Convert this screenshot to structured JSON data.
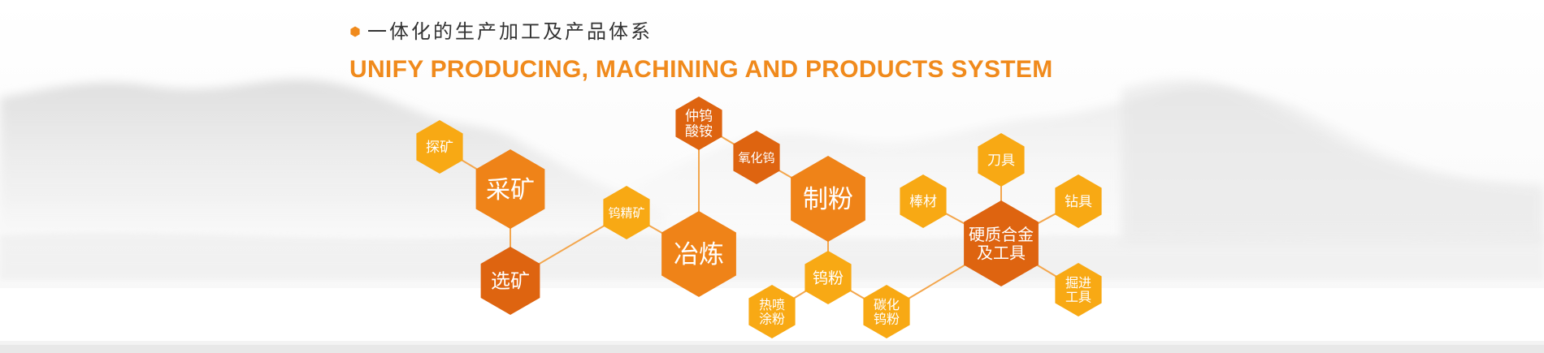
{
  "header": {
    "title_cn": "一体化的生产加工及产品体系",
    "title_en": "UNIFY PRODUCING, MACHINING AND PRODUCTS SYSTEM"
  },
  "colors": {
    "accent": "#f08a1c",
    "yellow": "#f8a914",
    "orange": "#ef8318",
    "dark_orange": "#de6410",
    "connector": "#f3a64d",
    "title_text": "#333333"
  },
  "nodes": {
    "tanku": {
      "lines": [
        "探矿"
      ],
      "tone": "yellow"
    },
    "caikuang": {
      "lines": [
        "采矿"
      ],
      "tone": "orange"
    },
    "xuankuang": {
      "lines": [
        "选矿"
      ],
      "tone": "dark_orange"
    },
    "wujingkuang": {
      "lines": [
        "钨精矿"
      ],
      "tone": "yellow"
    },
    "yelian": {
      "lines": [
        "冶炼"
      ],
      "tone": "orange"
    },
    "zhongwusuanan": {
      "lines": [
        "仲钨",
        "酸铵"
      ],
      "tone": "dark_orange"
    },
    "yanghuawu": {
      "lines": [
        "氧化钨"
      ],
      "tone": "dark_orange"
    },
    "zhifen": {
      "lines": [
        "制粉"
      ],
      "tone": "orange"
    },
    "wufen": {
      "lines": [
        "钨粉"
      ],
      "tone": "yellow"
    },
    "repentufen": {
      "lines": [
        "热喷",
        "涂粉"
      ],
      "tone": "yellow"
    },
    "tanhuawufen": {
      "lines": [
        "碳化",
        "钨粉"
      ],
      "tone": "yellow"
    },
    "bangcai": {
      "lines": [
        "棒材"
      ],
      "tone": "yellow"
    },
    "yingzhi": {
      "lines": [
        "硬质合金",
        "及工具"
      ],
      "tone": "dark_orange"
    },
    "daoju": {
      "lines": [
        "刀具"
      ],
      "tone": "yellow"
    },
    "zuanju": {
      "lines": [
        "钻具"
      ],
      "tone": "yellow"
    },
    "juejin": {
      "lines": [
        "掘进",
        "工具"
      ],
      "tone": "yellow"
    }
  }
}
